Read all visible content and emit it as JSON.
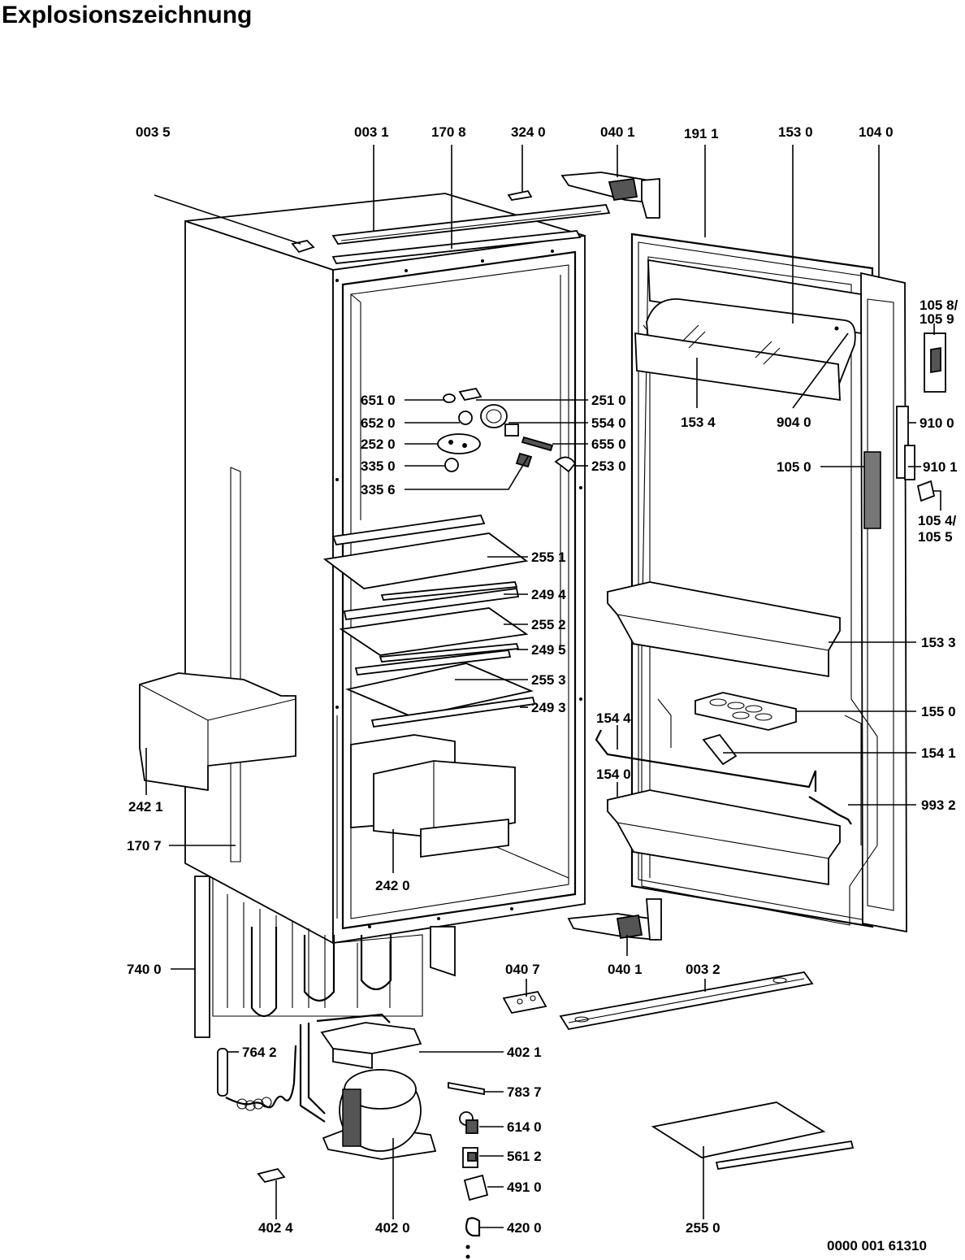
{
  "title": "Explosionszeichnung",
  "drawing_number": "0000 001 61310",
  "labels": {
    "l0035": "003 5",
    "l0031": "003 1",
    "l1708": "170 8",
    "l3240": "324 0",
    "l0401a": "040 1",
    "l1911": "191 1",
    "l1530": "153 0",
    "l1040": "104 0",
    "l1058": "105 8/",
    "l1059": "105 9",
    "l6510": "651 0",
    "l6520": "652 0",
    "l2520": "252 0",
    "l3350": "335 0",
    "l3356": "335 6",
    "l2510": "251 0",
    "l5540": "554 0",
    "l6550": "655 0",
    "l2530": "253 0",
    "l1534": "153 4",
    "l9040": "904 0",
    "l9100": "910 0",
    "l1050": "105 0",
    "l9101": "910 1",
    "l1054": "105 4/",
    "l1055": "105 5",
    "l2551": "255 1",
    "l2494": "249 4",
    "l2552": "255 2",
    "l2495": "249 5",
    "l2553": "255 3",
    "l2493": "249 3",
    "l1533": "153 3",
    "l1544": "154 4",
    "l1550": "155 0",
    "l1541": "154 1",
    "l1540": "154 0",
    "l9932": "993 2",
    "l2421": "242 1",
    "l1707": "170 7",
    "l2420": "242 0",
    "l7400": "740 0",
    "l0407": "040 7",
    "l0401b": "040 1",
    "l0032": "003 2",
    "l7642": "764 2",
    "l4021": "402 1",
    "l7837": "783 7",
    "l6140": "614 0",
    "l5612": "561 2",
    "l4910": "491 0",
    "l4200": "420 0",
    "l4024": "402 4",
    "l4020": "402 0",
    "l2550": "255 0"
  },
  "icons": {
    "cabinet": "fridge-cabinet-icon",
    "door": "fridge-door-icon",
    "compressor": "compressor-icon",
    "condenser": "condenser-coil-icon"
  }
}
